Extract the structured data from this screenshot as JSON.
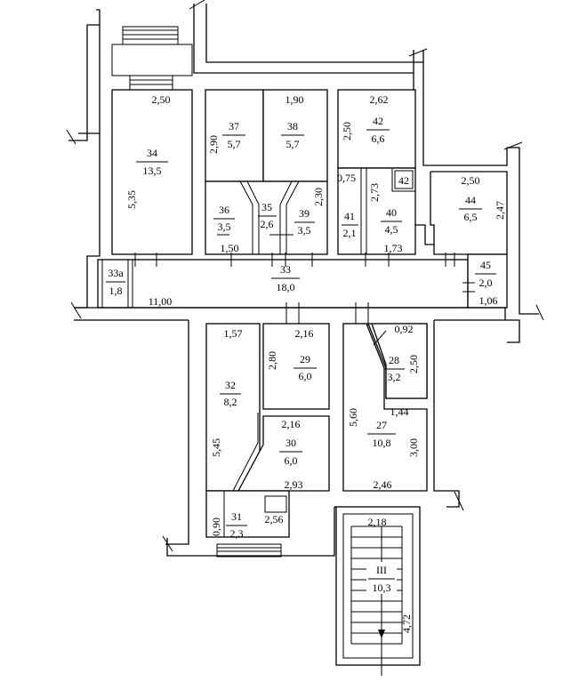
{
  "rooms": [
    {
      "id": "34",
      "number": "34",
      "area": "13,5"
    },
    {
      "id": "37",
      "number": "37",
      "area": "5,7"
    },
    {
      "id": "38",
      "number": "38",
      "area": "5,7"
    },
    {
      "id": "42",
      "number": "42",
      "area": "6,6"
    },
    {
      "id": "42b",
      "number": "42",
      "area": ""
    },
    {
      "id": "36",
      "number": "36",
      "area": "3,5"
    },
    {
      "id": "35",
      "number": "35",
      "area": "2,6"
    },
    {
      "id": "39",
      "number": "39",
      "area": "3,5"
    },
    {
      "id": "41",
      "number": "41",
      "area": "2,1"
    },
    {
      "id": "40",
      "number": "40",
      "area": "4,5"
    },
    {
      "id": "44",
      "number": "44",
      "area": "6,5"
    },
    {
      "id": "33a",
      "number": "33а",
      "area": "1,8"
    },
    {
      "id": "33",
      "number": "33",
      "area": "18,0"
    },
    {
      "id": "45",
      "number": "45",
      "area": "2,0"
    },
    {
      "id": "29",
      "number": "29",
      "area": "6,0"
    },
    {
      "id": "28",
      "number": "28",
      "area": "3,2"
    },
    {
      "id": "32",
      "number": "32",
      "area": "8,2"
    },
    {
      "id": "30",
      "number": "30",
      "area": "6,0"
    },
    {
      "id": "27",
      "number": "27",
      "area": "10,8"
    },
    {
      "id": "31",
      "number": "31",
      "area": "2,3"
    },
    {
      "id": "III",
      "number": "III",
      "area": "10,3"
    }
  ],
  "dimensions": {
    "d_250_a": "2,50",
    "d_190": "1,90",
    "d_262": "2,62",
    "d_290": "2,90",
    "d_535": "5,35",
    "d_250_b": "2,50",
    "d_075": "0,75",
    "d_273": "2,73",
    "d_230": "2,30",
    "d_250_c": "2,50",
    "d_247": "2,47",
    "d_150": "1,50",
    "d_173": "1,73",
    "d_1100": "11,00",
    "d_106": "1,06",
    "d_157": "1,57",
    "d_216_a": "2,16",
    "d_092": "0,92",
    "d_280": "2,80",
    "d_250_d": "2,50",
    "d_560": "5,60",
    "d_144": "1,44",
    "d_216_b": "2,16",
    "d_545": "5,45",
    "d_300": "3,00",
    "d_293": "2,93",
    "d_246": "2,46",
    "d_090": "0,90",
    "d_256": "2,56",
    "d_218": "2,18",
    "d_472": "4,72"
  }
}
